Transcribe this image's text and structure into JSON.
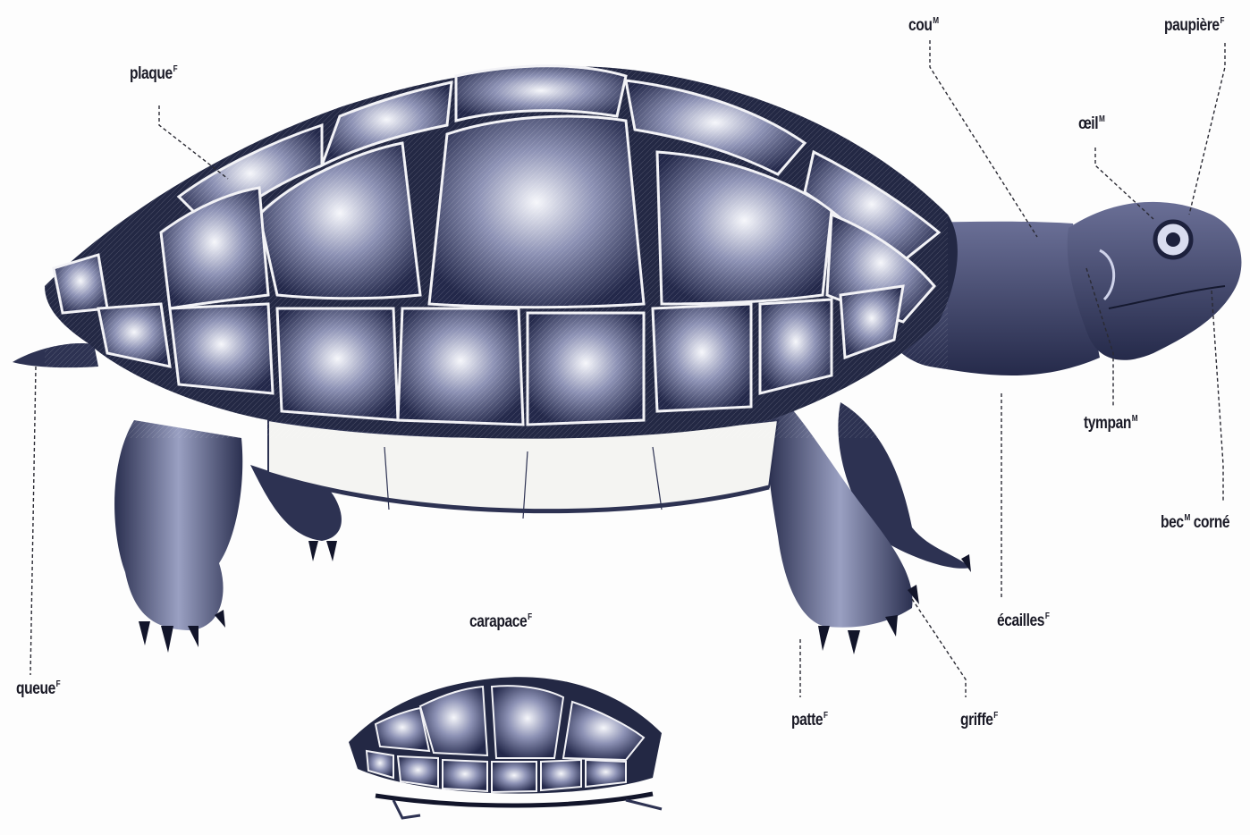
{
  "labels": {
    "plaque": {
      "word": "plaque",
      "g": "F"
    },
    "cou": {
      "word": "cou",
      "g": "M"
    },
    "paupiere": {
      "word": "paupière",
      "g": "F"
    },
    "oeil": {
      "word": "œil",
      "g": "M"
    },
    "tympan": {
      "word": "tympan",
      "g": "M"
    },
    "bec": {
      "word": "bec",
      "g": "M",
      "word2": "corné"
    },
    "ecailles": {
      "word": "écailles",
      "g": "F"
    },
    "griffe": {
      "word": "griffe",
      "g": "F"
    },
    "patte": {
      "word": "patte",
      "g": "F"
    },
    "queue": {
      "word": "queue",
      "g": "F"
    },
    "carapace": {
      "word": "carapace",
      "g": "F"
    }
  },
  "colors": {
    "ink": "#1a1a26",
    "shell": "#3a3f66",
    "skin": "#4a5078",
    "plastron": "#f4f4f2"
  }
}
